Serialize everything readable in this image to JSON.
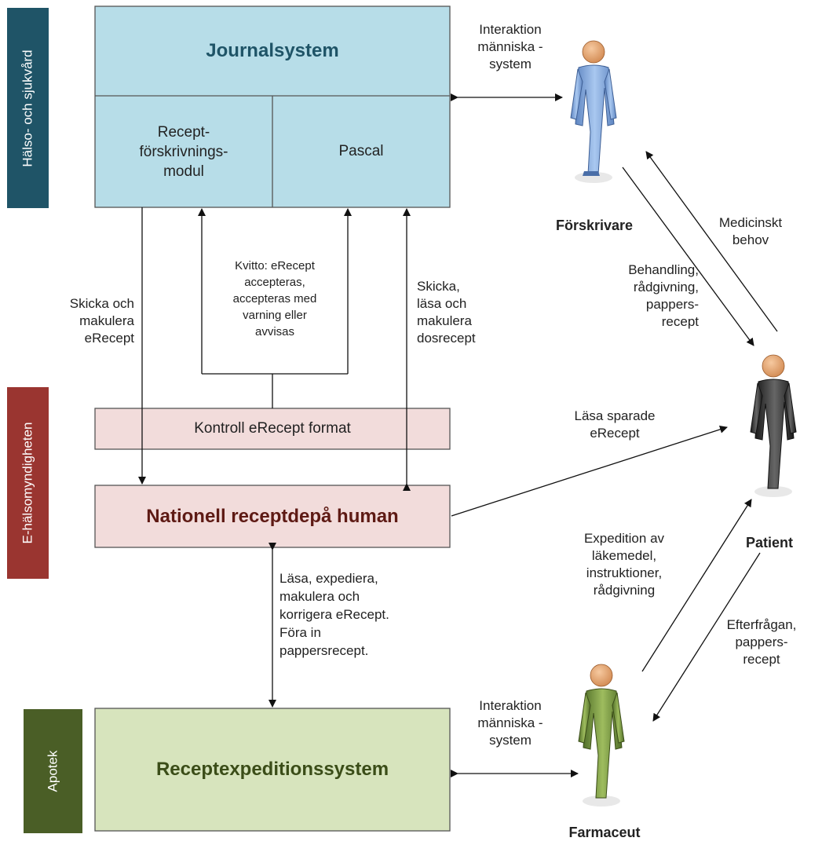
{
  "side_labels": {
    "halso": "Hälso- och sjukvård",
    "ehalso": "E-hälsomyndigheten",
    "apotek": "Apotek"
  },
  "boxes": {
    "journalsystem": "Journalsystem",
    "recept_modul": "Recept-\nförskrivnings-\nmodul",
    "pascal": "Pascal",
    "kontroll": "Kontroll eRecept format",
    "nationell": "Nationell receptdepå human",
    "expedition": "Receptexpeditionssystem"
  },
  "edge_labels": {
    "interaktion_top": "Interaktion\nmänniska -\nsystem",
    "skicka_makulera": "Skicka och\nmakulera\neRecept",
    "kvitto": "Kvitto: eRecept\naccepteras,\naccepteras med\nvarning eller\navvisas",
    "skicka_las": "Skicka,\nläsa och\nmakulera\ndosrecept",
    "medicinskt": "Medicinskt\nbehov",
    "behandling": "Behandling,\nrådgivning,\npappers-\nrecept",
    "lasa_sparade": "Läsa sparade\neRecept",
    "lasa_expediera": "Läsa, expediera,\nmakulera och\nkorrigera eRecept.\nFöra in\npappersrecept.",
    "expedition_lakemedel": "Expedition av\nläkemedel,\ninstruktioner,\nrådgivning",
    "efterfragan": "Efterfrågan,\npappers-\nrecept",
    "interaktion_bottom": "Interaktion\nmänniska -\nsystem"
  },
  "persons": {
    "forskrivare": "Förskrivare",
    "patient": "Patient",
    "farmaceut": "Farmaceut"
  },
  "colors": {
    "halso_band": "#1f5467",
    "ehalso_band": "#9a3530",
    "apotek_band": "#4a5e26",
    "journal_fill": "#b7dde8",
    "journal_title": "#1f5467",
    "ehalso_fill": "#f2dcdb",
    "ehalso_title": "#5e1a14",
    "apotek_fill": "#d7e4bd",
    "apotek_title": "#3b4d18",
    "forskrivare_body": "#8fb4e3",
    "patient_body": "#333333",
    "farmaceut_body": "#7f9f40"
  }
}
